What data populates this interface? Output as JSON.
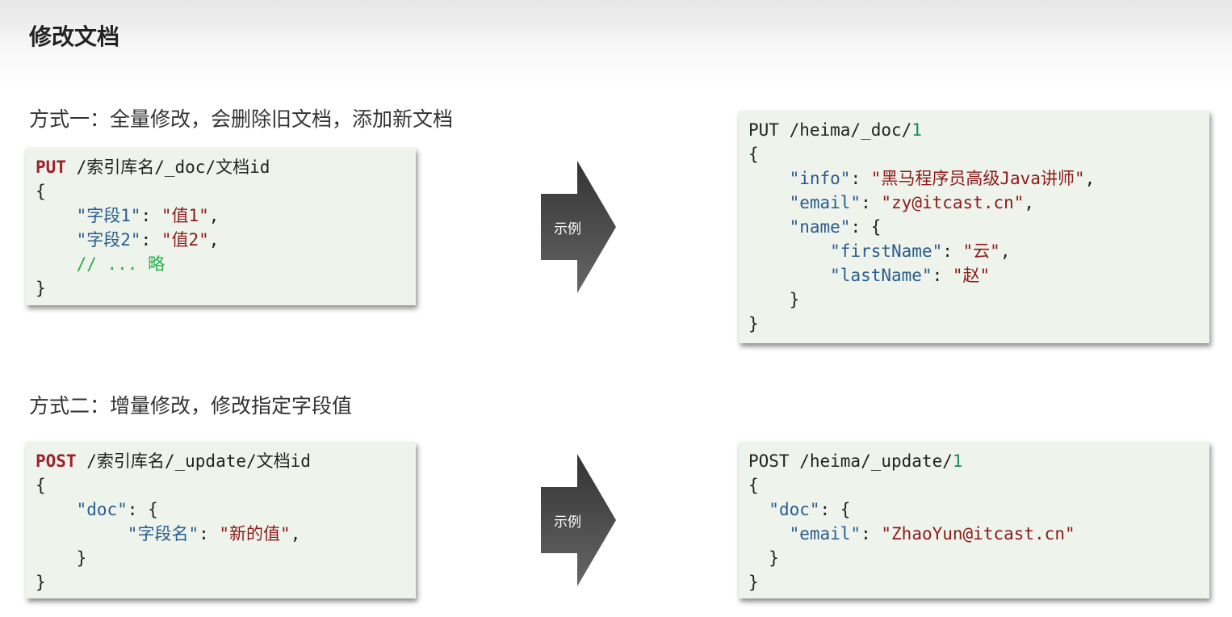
{
  "title": "修改文档",
  "method1_label": "方式一：全量修改，会删除旧文档，添加新文档",
  "method2_label": "方式二：增量修改，修改指定字段值",
  "arrow_label": "示例",
  "colors": {
    "keyword": "#a0202a",
    "key": "#2a5c8e",
    "string": "#8b1a1a",
    "comment": "#22b04a",
    "number": "#1a8a5a",
    "code_bg": "#eef4ec"
  },
  "code_blocks": [
    {
      "name": "put-syntax",
      "lines": [
        [
          [
            "kw",
            "PUT"
          ],
          [
            "pl",
            " /索引库名/_doc/文档id"
          ]
        ],
        [
          [
            "pl",
            "{"
          ]
        ],
        [
          [
            "pl",
            "    "
          ],
          [
            "key",
            "\"字段1\""
          ],
          [
            "pl",
            ": "
          ],
          [
            "str",
            "\"值1\""
          ],
          [
            "pl",
            ","
          ]
        ],
        [
          [
            "pl",
            "    "
          ],
          [
            "key",
            "\"字段2\""
          ],
          [
            "pl",
            ": "
          ],
          [
            "str",
            "\"值2\""
          ],
          [
            "pl",
            ","
          ]
        ],
        [
          [
            "pl",
            "    "
          ],
          [
            "cm",
            "// ... 略"
          ]
        ],
        [
          [
            "pl",
            "}"
          ]
        ]
      ]
    },
    {
      "name": "put-example",
      "lines": [
        [
          [
            "pl",
            "PUT /heima/_doc/"
          ],
          [
            "num",
            "1"
          ]
        ],
        [
          [
            "pl",
            "{"
          ]
        ],
        [
          [
            "pl",
            "    "
          ],
          [
            "key",
            "\"info\""
          ],
          [
            "pl",
            ": "
          ],
          [
            "str",
            "\"黑马程序员高级Java讲师\""
          ],
          [
            "pl",
            ","
          ]
        ],
        [
          [
            "pl",
            "    "
          ],
          [
            "key",
            "\"email\""
          ],
          [
            "pl",
            ": "
          ],
          [
            "str",
            "\"zy@itcast.cn\""
          ],
          [
            "pl",
            ","
          ]
        ],
        [
          [
            "pl",
            "    "
          ],
          [
            "key",
            "\"name\""
          ],
          [
            "pl",
            ": {"
          ]
        ],
        [
          [
            "pl",
            "        "
          ],
          [
            "key",
            "\"firstName\""
          ],
          [
            "pl",
            ": "
          ],
          [
            "str",
            "\"云\""
          ],
          [
            "pl",
            ","
          ]
        ],
        [
          [
            "pl",
            "        "
          ],
          [
            "key",
            "\"lastName\""
          ],
          [
            "pl",
            ": "
          ],
          [
            "str",
            "\"赵\""
          ]
        ],
        [
          [
            "pl",
            "    }"
          ]
        ],
        [
          [
            "pl",
            "}"
          ]
        ]
      ]
    },
    {
      "name": "post-syntax",
      "lines": [
        [
          [
            "kw",
            "POST"
          ],
          [
            "pl",
            " /索引库名/_update/文档id"
          ]
        ],
        [
          [
            "pl",
            "{"
          ]
        ],
        [
          [
            "pl",
            "    "
          ],
          [
            "key",
            "\"doc\""
          ],
          [
            "pl",
            ": {"
          ]
        ],
        [
          [
            "pl",
            "         "
          ],
          [
            "key",
            "\"字段名\""
          ],
          [
            "pl",
            ": "
          ],
          [
            "str",
            "\"新的值\""
          ],
          [
            "pl",
            ","
          ]
        ],
        [
          [
            "pl",
            "    }"
          ]
        ],
        [
          [
            "pl",
            "}"
          ]
        ]
      ]
    },
    {
      "name": "post-example",
      "lines": [
        [
          [
            "pl",
            "POST /heima/_update/"
          ],
          [
            "num",
            "1"
          ]
        ],
        [
          [
            "pl",
            "{"
          ]
        ],
        [
          [
            "pl",
            "  "
          ],
          [
            "key",
            "\"doc\""
          ],
          [
            "pl",
            ": {"
          ]
        ],
        [
          [
            "pl",
            "    "
          ],
          [
            "key",
            "\"email\""
          ],
          [
            "pl",
            ": "
          ],
          [
            "str",
            "\"ZhaoYun@itcast.cn\""
          ]
        ],
        [
          [
            "pl",
            "  }"
          ]
        ],
        [
          [
            "pl",
            "}"
          ]
        ]
      ]
    }
  ]
}
